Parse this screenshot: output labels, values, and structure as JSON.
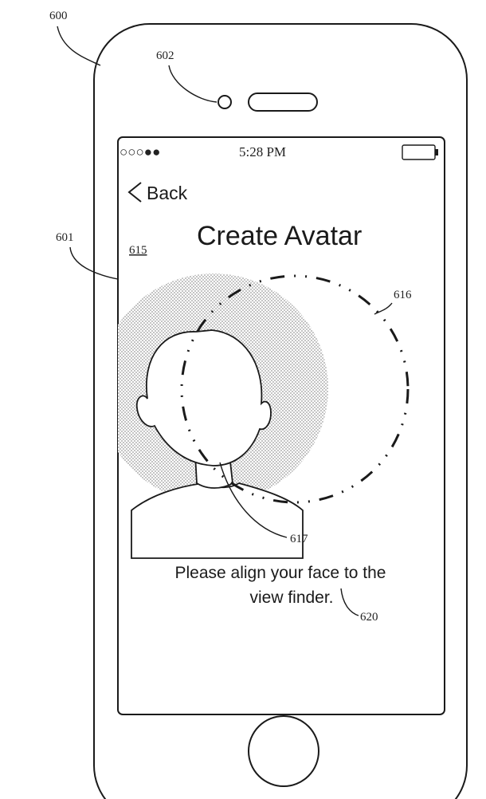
{
  "status_bar": {
    "time": "5:28 PM",
    "signal_dots": "○○○●●"
  },
  "nav": {
    "back_label": "Back"
  },
  "screen": {
    "title": "Create Avatar",
    "instruction_line1": "Please align your face to the",
    "instruction_line2": "view finder."
  },
  "reference_numerals": {
    "device": "600",
    "screen": "601",
    "camera": "602",
    "camera_preview": "615",
    "viewfinder_ring": "616",
    "user_face": "617",
    "instruction": "620"
  }
}
